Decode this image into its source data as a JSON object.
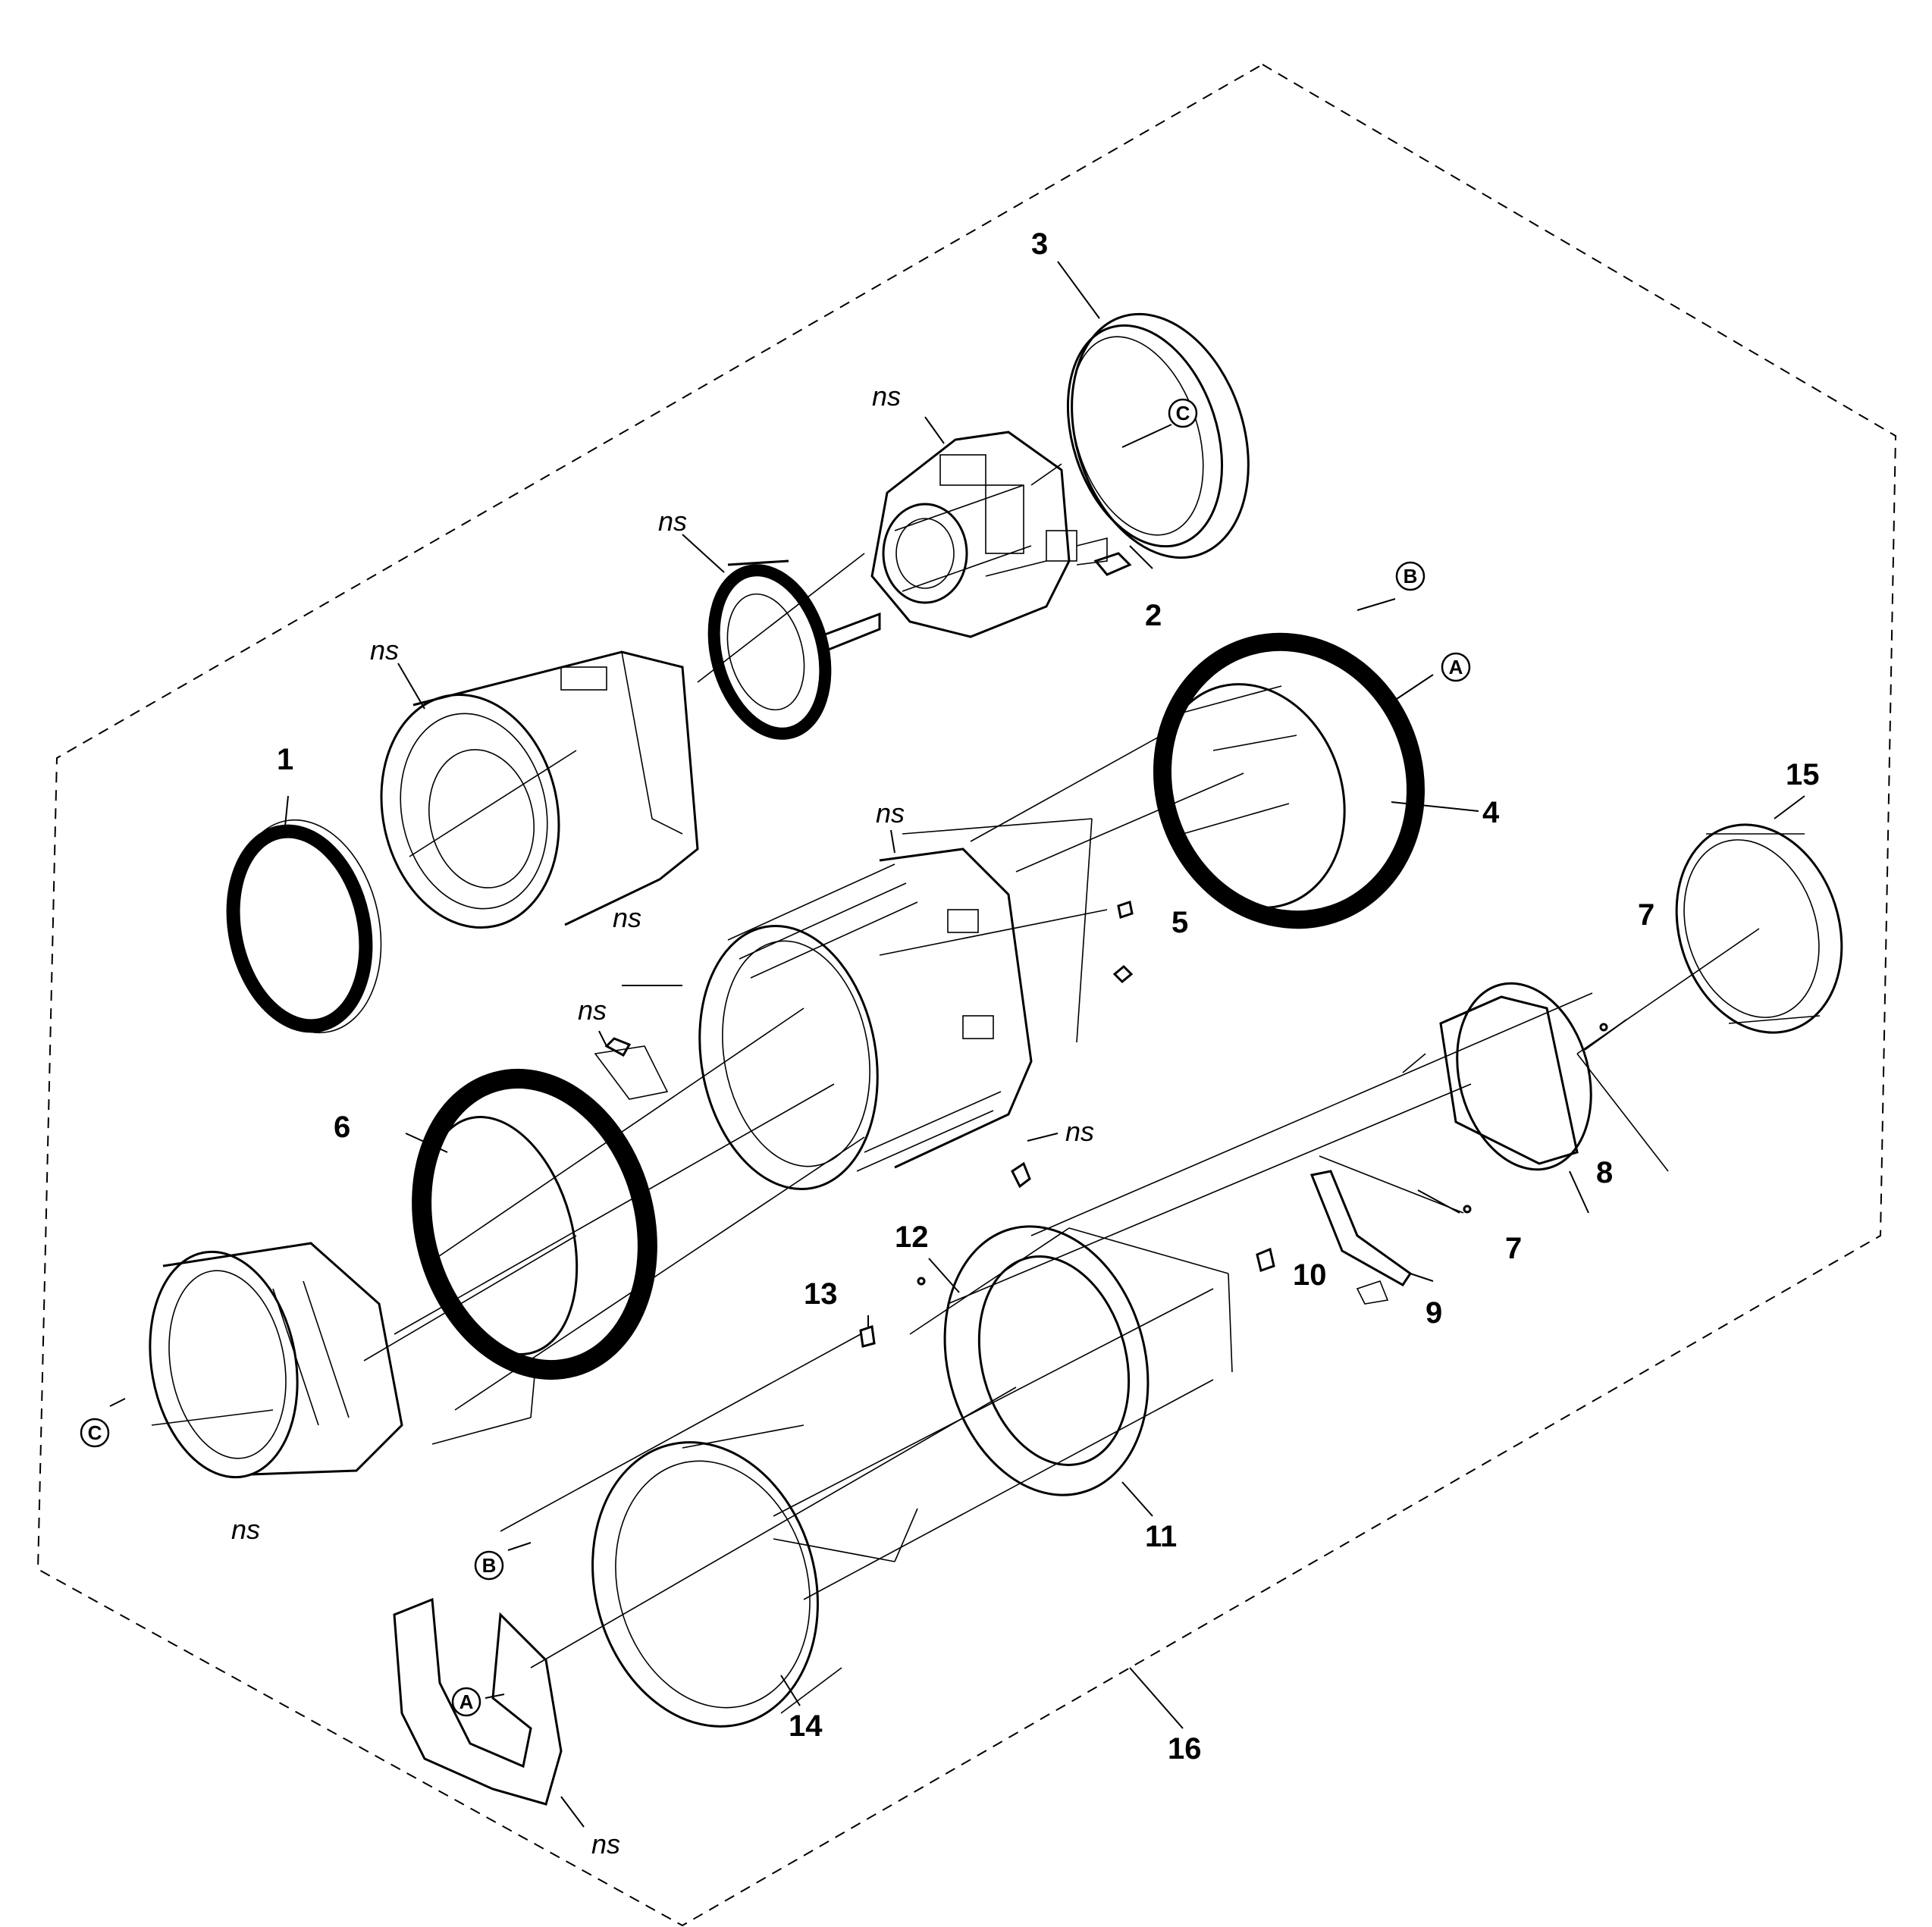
{
  "diagram": {
    "part_numbers": [
      "1",
      "2",
      "3",
      "4",
      "5",
      "6",
      "7",
      "7",
      "8",
      "9",
      "10",
      "11",
      "12",
      "13",
      "14",
      "15",
      "16"
    ],
    "ns_label": "ns",
    "connectors": {
      "a": "A",
      "b": "B",
      "c": "C"
    }
  }
}
